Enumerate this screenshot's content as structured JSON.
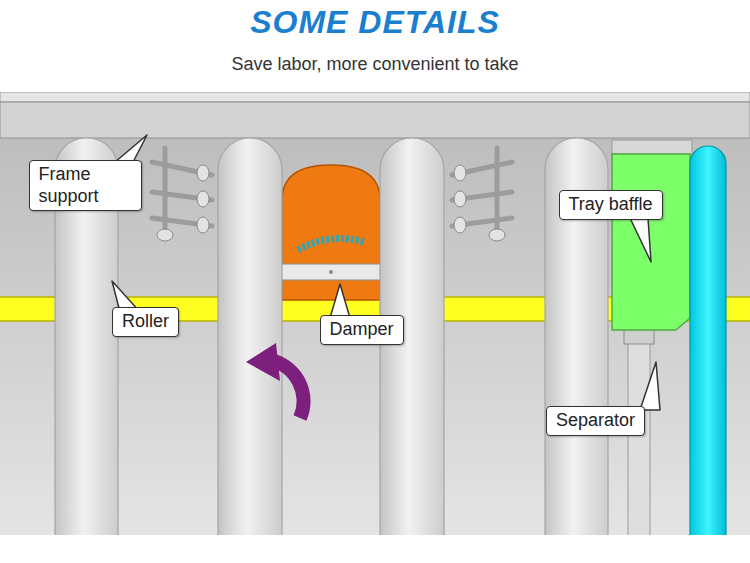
{
  "diagram": {
    "title": "SOME DETAILS",
    "caption": "Save labor, more convenient to take",
    "nodes": [
      {
        "text": [
          "Frame support"
        ]
      },
      {
        "text": [
          "Roller"
        ]
      },
      {
        "text": [
          "Damper"
        ]
      },
      {
        "text": [
          "Tray baffle"
        ]
      },
      {
        "text": [
          "Separator"
        ]
      }
    ],
    "edges": []
  }
}
